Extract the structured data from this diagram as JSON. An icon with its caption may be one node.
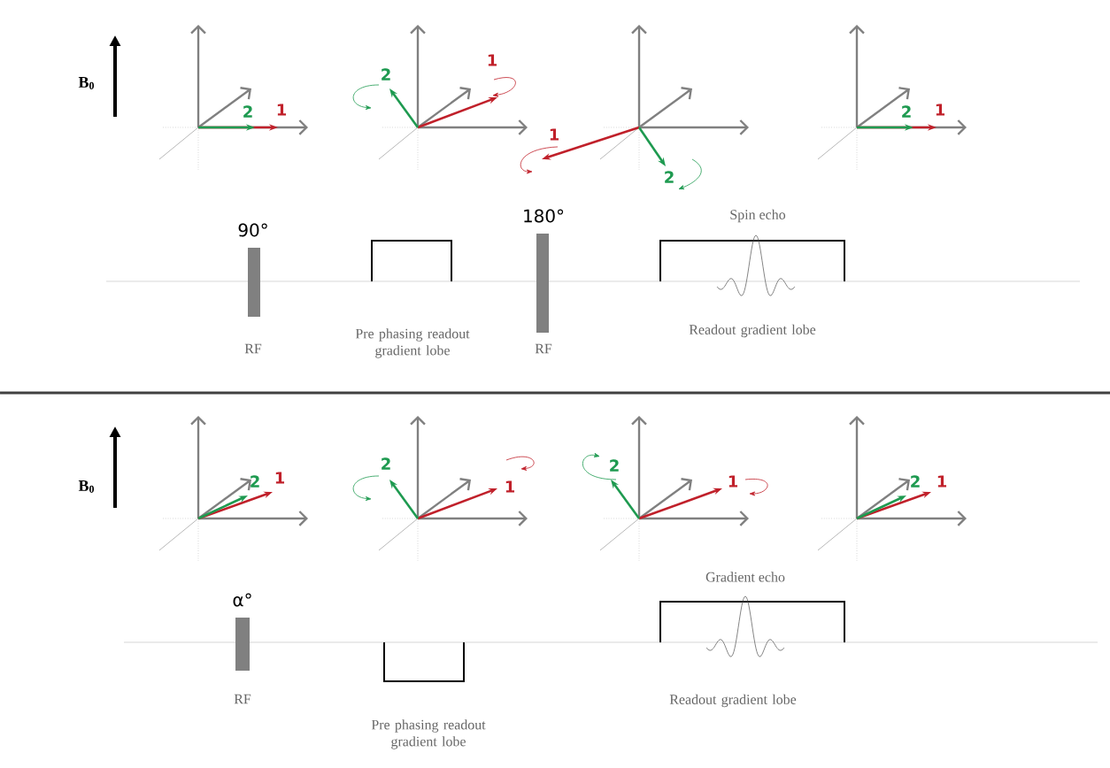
{
  "diagram": {
    "labels": [
      "B$_{0}$",
      "2",
      "1",
      "2",
      "1",
      "1",
      "2",
      "2",
      "1",
      "90°",
      "180°",
      "Spin echo",
      "RF",
      "Pre phasing readout gradient lobe",
      "RF",
      "Readout gradient lobe",
      "B$_{0}$",
      "2",
      "1",
      "2",
      "1",
      "2",
      "1",
      "2",
      "1",
      "α°",
      "Gradient echo",
      "RF",
      "Pre phasing readout gradient lobe",
      "Readout gradient lobe"
    ]
  }
}
